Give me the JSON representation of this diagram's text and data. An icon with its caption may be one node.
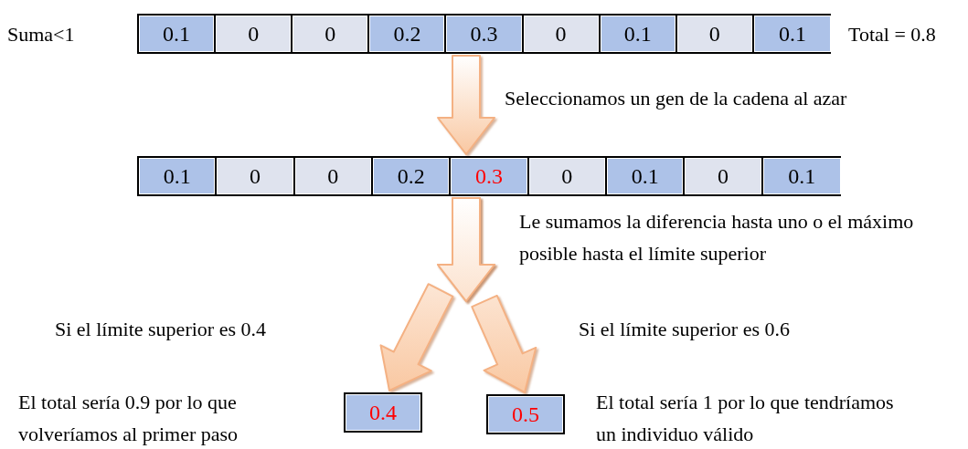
{
  "diagram": {
    "nodes": [
      {
        "text": [],
        "shape": "bar",
        "beside": [
          "Suma<1",
          "Total = 0.8"
        ]
      },
      {
        "text": [
          "0.1"
        ],
        "in": 0
      },
      {
        "text": [
          "0"
        ],
        "in": 0
      },
      {
        "text": [
          "0"
        ],
        "in": 0
      },
      {
        "text": [
          "0.2"
        ],
        "in": 0
      },
      {
        "text": [
          "0.3"
        ],
        "in": 0
      },
      {
        "text": [
          "0"
        ],
        "in": 0
      },
      {
        "text": [
          "0.1"
        ],
        "in": 0
      },
      {
        "text": [
          "0"
        ],
        "in": 0
      },
      {
        "text": [
          "0.1"
        ],
        "in": 0
      },
      {
        "text": [],
        "shape": "bar"
      },
      {
        "text": [
          "0.1"
        ],
        "in": 10
      },
      {
        "text": [
          "0"
        ],
        "in": 10
      },
      {
        "text": [
          "0"
        ],
        "in": 10
      },
      {
        "text": [
          "0.2"
        ],
        "in": 10
      },
      {
        "text": [
          "0.3"
        ],
        "in": 10
      },
      {
        "text": [
          "0"
        ],
        "in": 10
      },
      {
        "text": [
          "0.1"
        ],
        "in": 10
      },
      {
        "text": [
          "0"
        ],
        "in": 10
      },
      {
        "text": [
          "0.1"
        ],
        "in": 10
      },
      {
        "text": [
          "0.4"
        ]
      },
      {
        "text": [
          "0.5"
        ],
        "beside": [
          "El total sería 1 por lo que tendríamos un individuo válido"
        ]
      }
    ],
    "edges": [
      {
        "from": 0,
        "to": 10,
        "arrow": "to",
        "label": "Seleccionamos un gen de la cadena al azar"
      },
      {
        "from": 10,
        "to": 20,
        "arrow": "to"
      },
      {
        "from": 10,
        "to": 21,
        "arrow": "to",
        "label": "Si el límite superior es 0.6"
      }
    ],
    "labels": [
      "Le sumamos la diferencia hasta uno o el máximo posible hasta el límite superior",
      "Si el límite superior es 0.4",
      "El total sería 0.9 por lo que volveríamos al primer paso"
    ]
  }
}
